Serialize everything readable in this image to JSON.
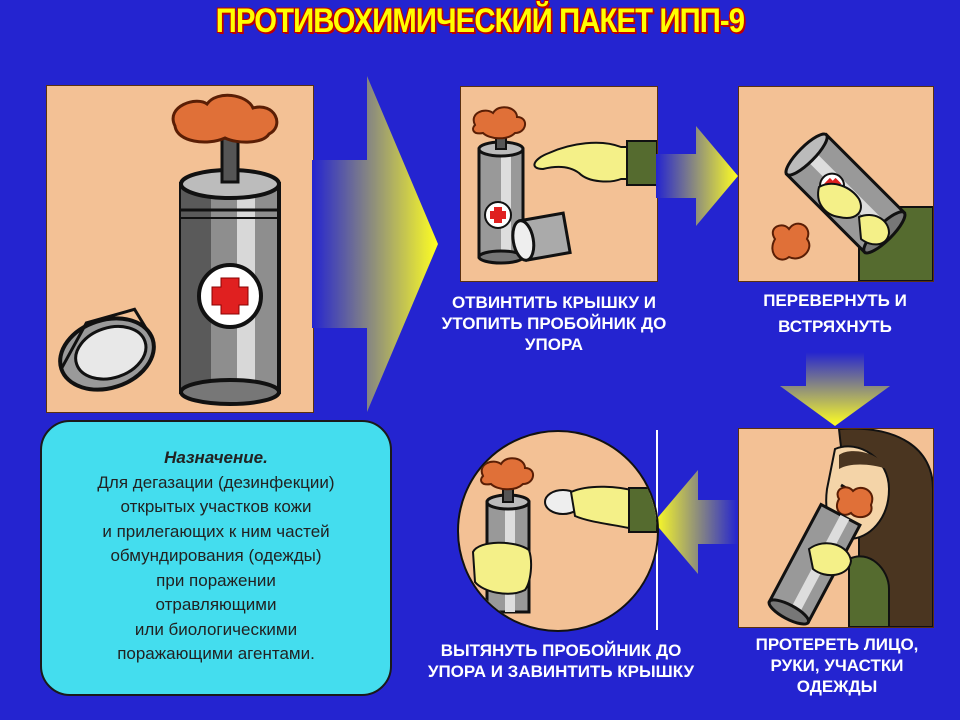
{
  "title": "ПРОТИВОХИМИЧЕСКИЙ ПАКЕТ ИПП-9",
  "steps": [
    {
      "caption": "ОТВИНТИТЬ КРЫШКУ И УТОПИТЬ ПРОБОЙНИК ДО УПОРА"
    },
    {
      "caption": "ПЕРЕВЕРНУТЬ И ВСТРЯХНУТЬ"
    },
    {
      "caption": "ПРОТЕРЕТЬ ЛИЦО, РУКИ, УЧАСТКИ ОДЕЖДЫ"
    },
    {
      "caption": "ВЫТЯНУТЬ ПРОБОЙНИК ДО УПОРА И ЗАВИНТИТЬ КРЫШКУ"
    }
  ],
  "purpose": {
    "heading": "Назначение.",
    "lines": [
      "Для дегазации (дезинфекции)",
      "открытых участков кожи",
      "и прилегающих к ним частей",
      "обмундирования (одежды)",
      "при поражении",
      "отравляющими",
      "или биологическими",
      "поражающими агентами."
    ]
  },
  "colors": {
    "background": "#2424d0",
    "title": "#ffff00",
    "title_outline": "#c00000",
    "info_box": "#44ddee",
    "arrow_light": "#ffff22",
    "panel": "#f3c195"
  },
  "icons": [
    "ipp-9-package-icon",
    "red-cross-icon",
    "hand-icon",
    "arrow-right-icon",
    "arrow-down-icon",
    "arrow-left-icon"
  ]
}
